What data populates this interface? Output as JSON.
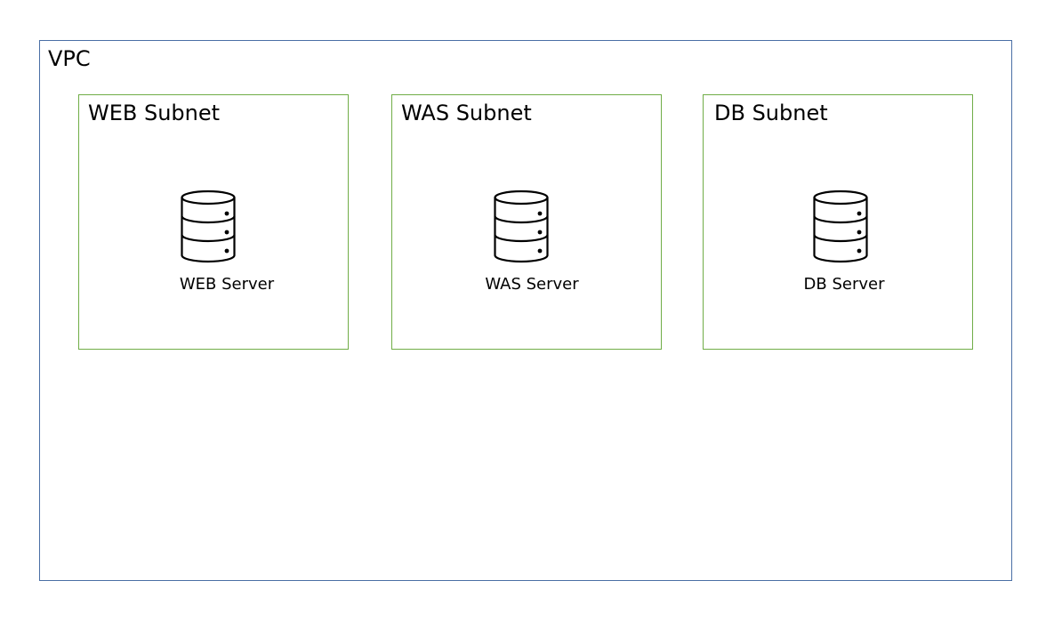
{
  "vpc": {
    "label": "VPC",
    "subnets": [
      {
        "label": "WEB Subnet",
        "server_label": "WEB Server",
        "icon": "database-server-icon"
      },
      {
        "label": "WAS Subnet",
        "server_label": "WAS Server",
        "icon": "database-server-icon"
      },
      {
        "label": "DB Subnet",
        "server_label": "DB Server",
        "icon": "database-server-icon"
      }
    ]
  },
  "colors": {
    "vpc_border": "#4a6fa5",
    "subnet_border": "#70ad47",
    "icon_stroke": "#000000"
  }
}
